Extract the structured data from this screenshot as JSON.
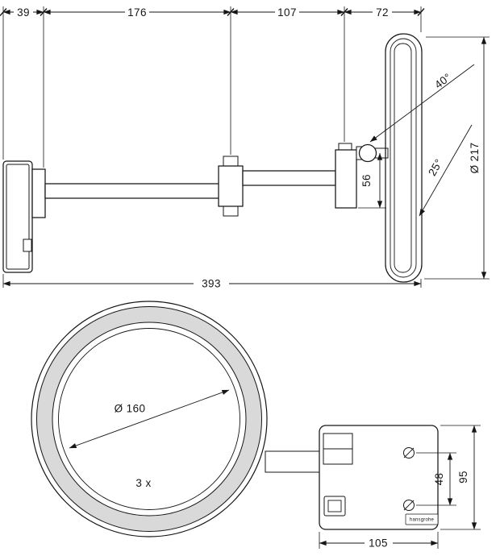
{
  "drawing": {
    "line_color": "#161616",
    "led_ring_color": "#d9d9d9"
  },
  "side_view": {
    "dims": {
      "wall_offset": "39",
      "arm1_length": "176",
      "arm2_length": "107",
      "head_length": "72",
      "total_reach": "393",
      "mirror_diameter": "Ø 217",
      "tilt_up_angle": "40°",
      "tilt_down_angle": "25°",
      "joint_drop": "56"
    }
  },
  "front_view": {
    "dims": {
      "glass_diameter": "Ø 160",
      "magnification": "3 x",
      "screw_spacing": "48",
      "box_height": "95",
      "box_width": "105"
    },
    "logo": "hansgrohe"
  }
}
